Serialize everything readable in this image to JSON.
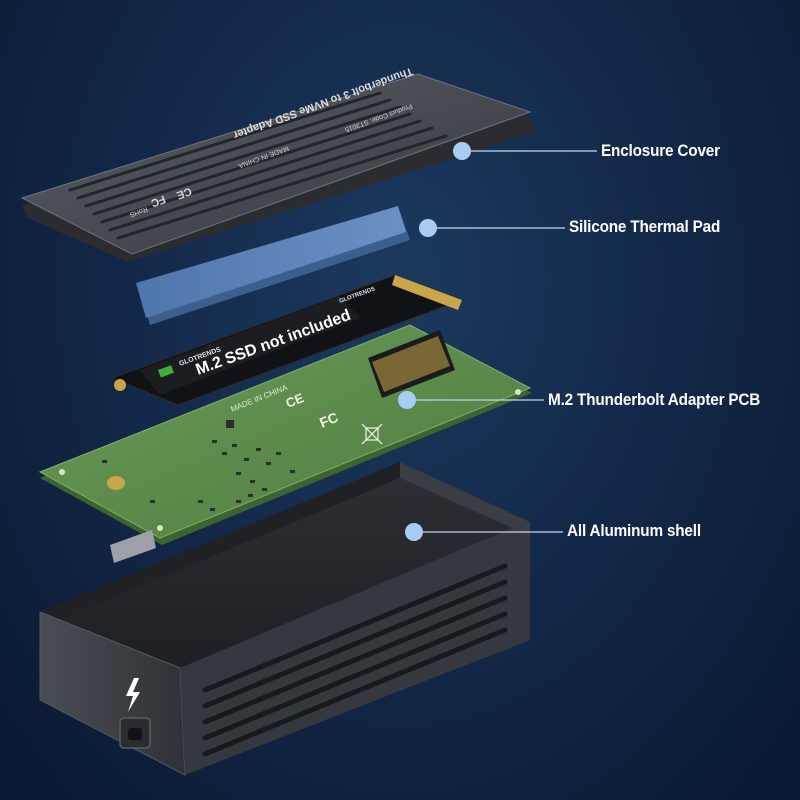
{
  "callouts": [
    {
      "label": "Enclosure Cover"
    },
    {
      "label": "Silicone Thermal Pad"
    },
    {
      "label": "M.2 Thunderbolt Adapter PCB"
    },
    {
      "label": "All Aluminum shell"
    }
  ],
  "cover": {
    "title": "Thunderbolt 3 to NVMe SSD Adapter",
    "product_code": "Product Code: ST3015",
    "origin": "MADE IN CHINA",
    "marks": [
      "CE",
      "FC",
      "RoHS"
    ]
  },
  "ssd": {
    "brand": "GLOTRENDS",
    "label": "M.2 SSD not included"
  },
  "pcb": {
    "origin": "MADE IN CHINA",
    "marks": [
      "CE",
      "FC"
    ]
  },
  "colors": {
    "background": "#13294a",
    "callout_dot": "#a9cdf2",
    "thermal_pad": "#5a82b8",
    "pcb_green": "#5a8a4a",
    "aluminum": "#3c3f45"
  }
}
